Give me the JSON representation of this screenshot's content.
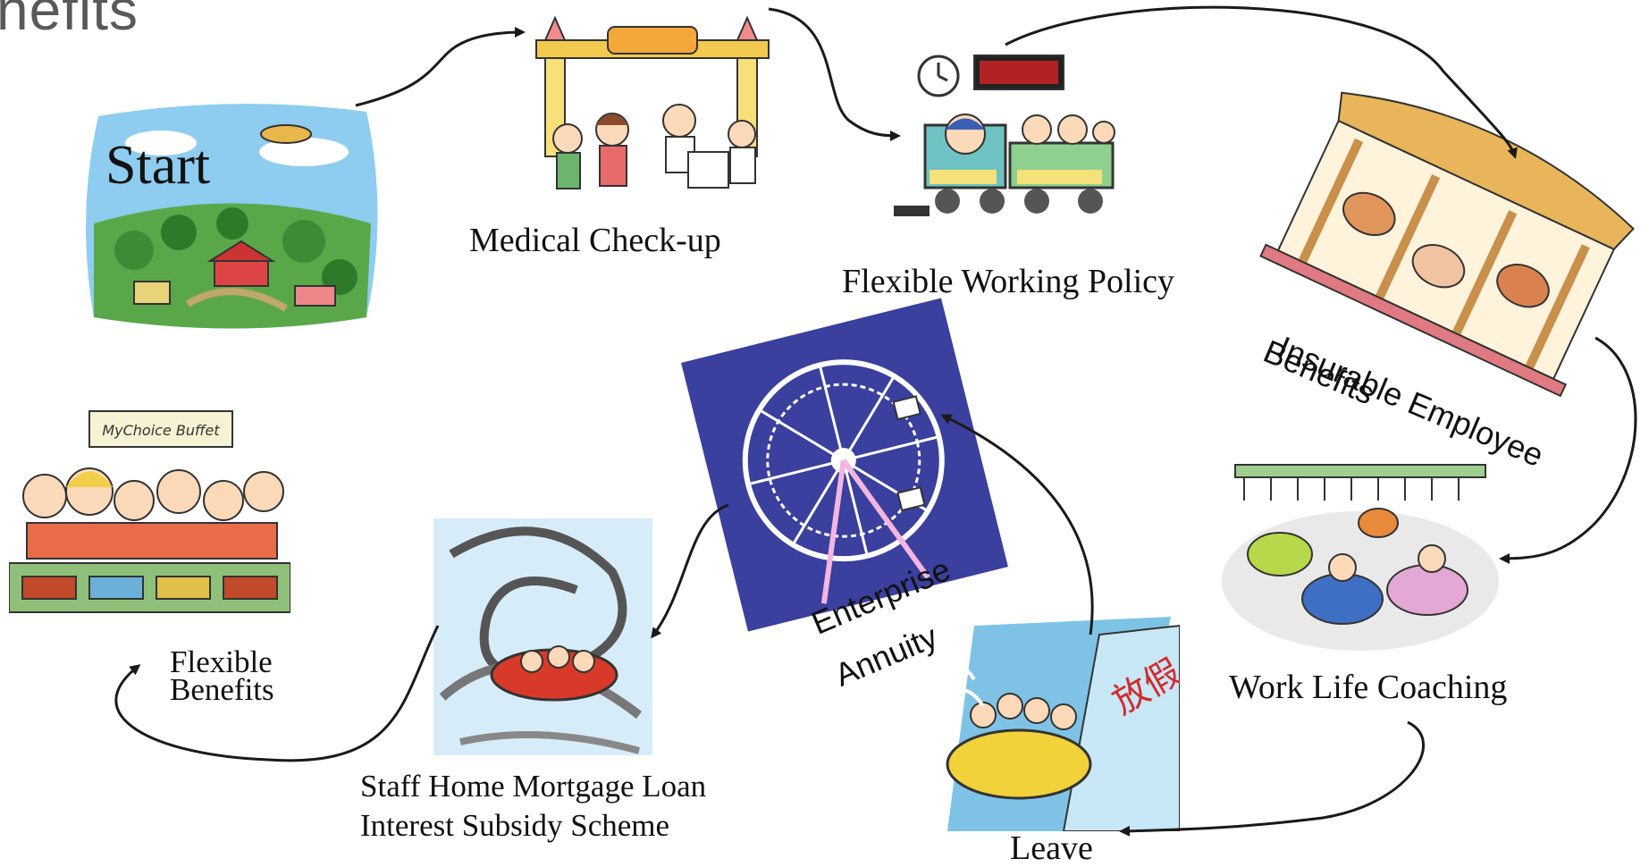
{
  "title": "nefits",
  "start_label": "Start",
  "steps": {
    "medical": "Medical Check-up",
    "flexible_working": "Flexible Working Policy",
    "insurable_line1": "Insurable Employee",
    "insurable_line2": "Benefits",
    "work_life": "Work Life Coaching",
    "leave": "Leave",
    "annuity_line1": "Enterprise",
    "annuity_line2": "Annuity",
    "mortgage_line1": "Staff Home Mortgage Loan",
    "mortgage_line2": "Interest Subsidy Scheme",
    "flex_benefits_line1": "Flexible",
    "flex_benefits_line2": "Benefits"
  },
  "buffet_sign": "MyChoice Buffet",
  "colors": {
    "arrow": "#1a1a1a",
    "sky": "#6fb7e6",
    "grass": "#4a9b3c",
    "night": "#3b3f9e"
  }
}
